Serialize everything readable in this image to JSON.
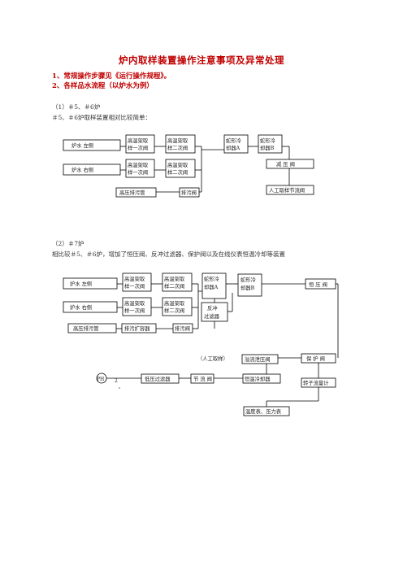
{
  "title": "炉内取样装置操作注意事项及异常处理",
  "items": {
    "item1": "1、常规操作步骤见《运行操作规程》。",
    "item2": "2、各样品水流程（以炉水为例）"
  },
  "section1": {
    "heading": "（1）＃5、＃6炉",
    "desc": "＃5、＃6炉取样装置相对比较简单：",
    "boxes": {
      "left_drum": "炉水 左侧",
      "right_drum": "炉水 右侧",
      "hp_primary_1": [
        "高温架取",
        "样一次阀"
      ],
      "hp_secondary_1": [
        "高温架取",
        "样二次阀"
      ],
      "hp_primary_2": [
        "高温架取",
        "样一次阀"
      ],
      "hp_secondary_2": [
        "高温架取",
        "样二次阀"
      ],
      "cooler_a": [
        "蛇形冷",
        "却器A"
      ],
      "cooler_b": [
        "蛇形冷",
        "却器B"
      ],
      "pressure_valve": "减 压 阀",
      "manual_valve": "人工取样节流阀",
      "blowdown_pipe": "高压排污管",
      "blowdown_valve": "排污阀"
    }
  },
  "section2": {
    "heading": "（2）＃7炉",
    "desc": "相比较＃5、＃6炉，增加了恒压阀、反冲过滤器、保护阀以及在线仪表恒温冷却等装置",
    "boxes": {
      "left_drum": "炉水 左侧",
      "right_drum": "炉水 右侧",
      "hp_primary_1": [
        "高温架取",
        "样一次阀"
      ],
      "hp_secondary_1": [
        "高温架取",
        "样二次阀"
      ],
      "hp_primary_2": [
        "高温架取",
        "样一次阀"
      ],
      "hp_secondary_2": [
        "高温架取",
        "样二次阀"
      ],
      "cooler_a": [
        "蛇形冷",
        "却器A"
      ],
      "cooler_b": [
        "蛇形冷",
        "却器B"
      ],
      "const_valve": "恒 压 阀",
      "backflush": [
        "反冲",
        "过滤器"
      ],
      "blowdown_pipe": "高压排污管",
      "blowdown_tank": "排污扩容器",
      "blowdown_valve": "排污阀",
      "manual_label": "（人工取样）",
      "overflow_valve": "溢流泄压阀",
      "protect_valve": "保 护 阀",
      "rotameter": "转子流量计",
      "lp_filter": "低压过滤器",
      "throttle": "节 流 阀",
      "thermo_cooler": "恒温冷却器",
      "gauges": "温度表、压力表",
      "ph": "PH",
      "ph_num": "2"
    }
  }
}
